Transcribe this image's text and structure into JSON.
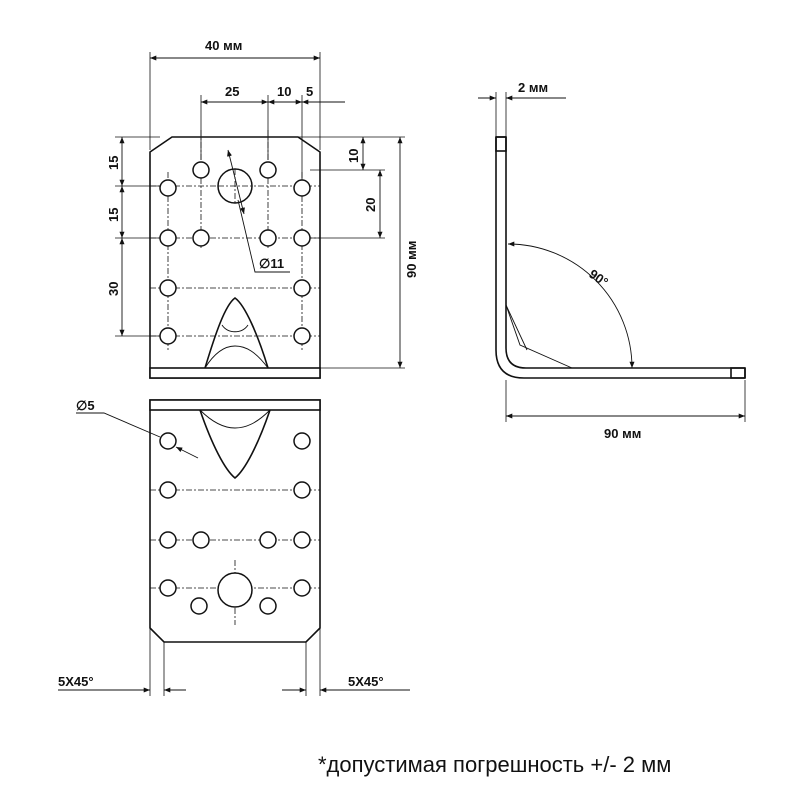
{
  "dimensions": {
    "width_total": "40 мм",
    "offset_25": "25",
    "offset_10": "10",
    "offset_5": "5",
    "v_15_top": "15",
    "v_15_mid": "15",
    "v_30": "30",
    "v_10": "10",
    "v_20": "20",
    "height_total": "90 мм",
    "diameter_large": "∅11",
    "diameter_small": "∅5",
    "chamfer_left": "5X45°",
    "chamfer_right": "5X45°",
    "thickness": "2 мм",
    "angle": "90°",
    "leg_length": "90 мм"
  },
  "note": "*допустимая погрешность +/- 2 мм"
}
